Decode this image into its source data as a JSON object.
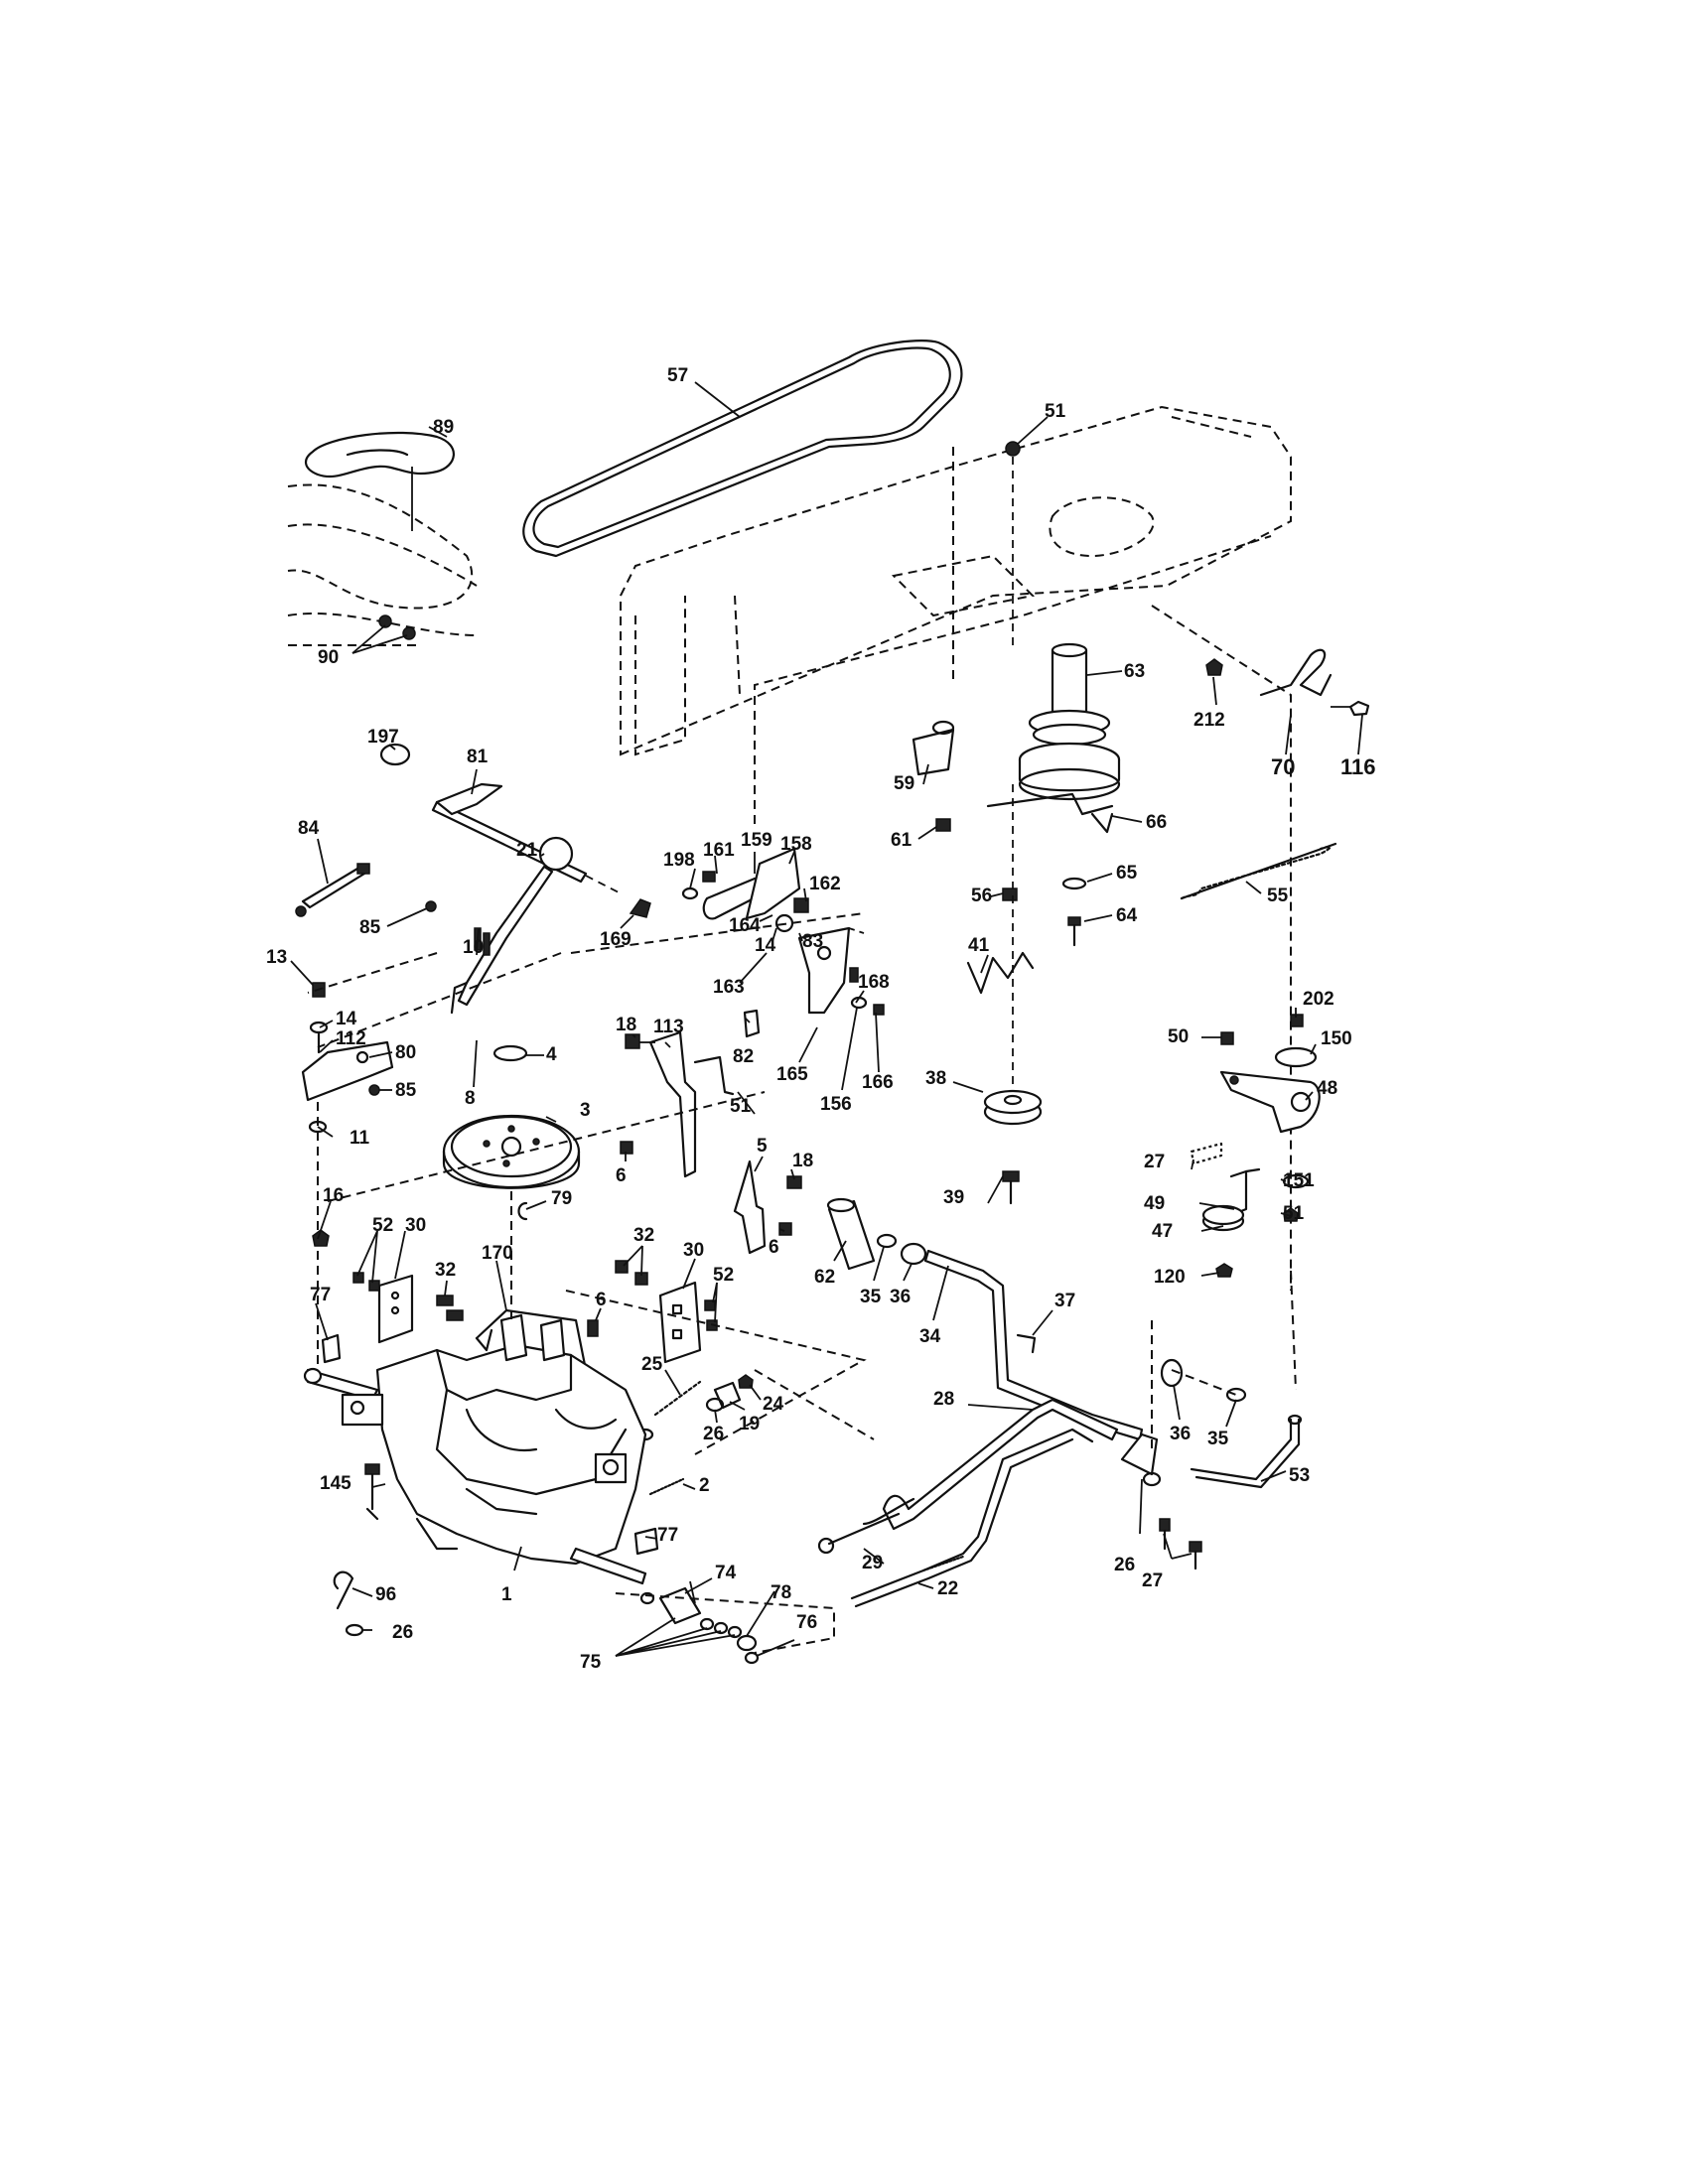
{
  "callouts": [
    "57",
    "51",
    "89",
    "90",
    "63",
    "212",
    "70",
    "116",
    "197",
    "81",
    "59",
    "61",
    "66",
    "84",
    "198",
    "161",
    "159",
    "158",
    "162",
    "56",
    "65",
    "64",
    "55",
    "85",
    "21",
    "169",
    "164",
    "14",
    "83",
    "13",
    "10",
    "14",
    "112",
    "80",
    "85",
    "163",
    "41",
    "168",
    "8",
    "4",
    "18",
    "113",
    "82",
    "165",
    "166",
    "156",
    "3",
    "51",
    "5",
    "18",
    "6",
    "38",
    "50",
    "202",
    "150",
    "48",
    "11",
    "16",
    "52",
    "30",
    "32",
    "170",
    "79",
    "6",
    "39",
    "27",
    "151",
    "49",
    "51",
    "47",
    "32",
    "30",
    "52",
    "62",
    "35",
    "36",
    "34",
    "37",
    "6",
    "120",
    "77",
    "25",
    "19",
    "24",
    "26",
    "28",
    "36",
    "35",
    "53",
    "145",
    "2",
    "77",
    "26",
    "29",
    "22",
    "27",
    "96",
    "26",
    "1",
    "74",
    "78",
    "76",
    "75"
  ],
  "colors": {
    "ink": "#111111",
    "paper": "#ffffff"
  }
}
